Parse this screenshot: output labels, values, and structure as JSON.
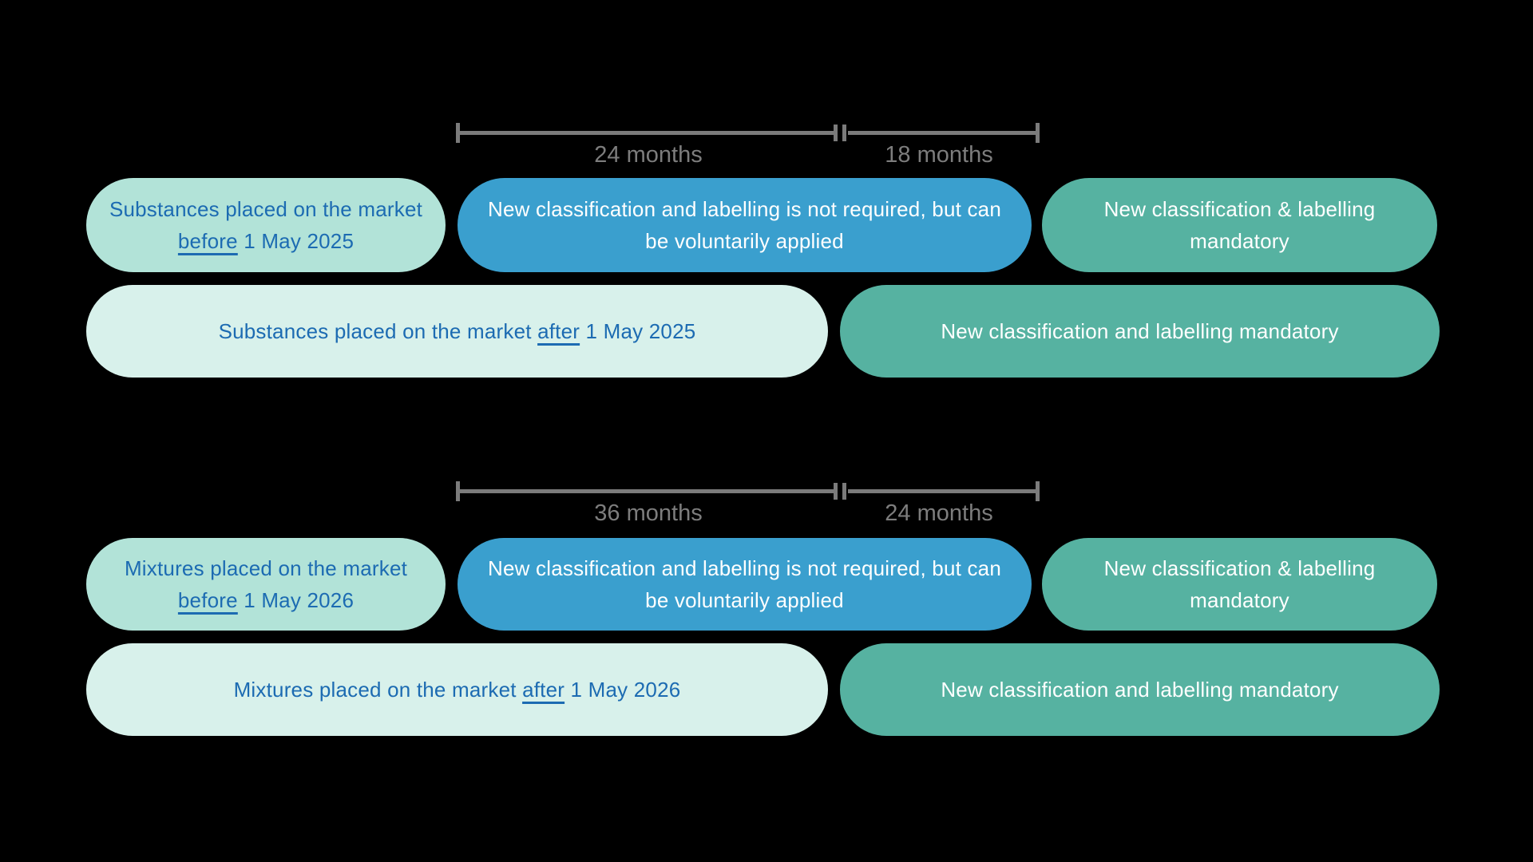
{
  "colors": {
    "background": "#000000",
    "mint_pill": "#b2e3d8",
    "light_mint_pill": "#d8f1eb",
    "blue_pill": "#3a9fce",
    "teal_pill": "#56b2a1",
    "pill_text_blue": "#1c6bb2",
    "pill_text_white": "#ffffff",
    "timeline_gray": "#7b7b7b"
  },
  "substances": {
    "bracket": {
      "segment1": "24 months",
      "segment2": "18 months"
    },
    "before_pill": {
      "line1": "Substances placed on the market",
      "underlined": "before",
      "rest": " 1 May 2025"
    },
    "voluntary_pill": {
      "line1": "New classification and labelling is not required, but can",
      "line2": "be voluntarily applied"
    },
    "mandatory_short_pill": {
      "line1": "New classification & labelling",
      "line2": "mandatory"
    },
    "after_pill": {
      "prefix": "Substances placed on the market ",
      "underlined": "after",
      "rest": " 1 May 2025"
    },
    "mandatory_long_pill": {
      "text": "New classification and labelling mandatory"
    }
  },
  "mixtures": {
    "bracket": {
      "segment1": "36 months",
      "segment2": "24 months"
    },
    "before_pill": {
      "line1": "Mixtures placed on the market",
      "underlined": "before",
      "rest": " 1 May 2026"
    },
    "voluntary_pill": {
      "line1": "New classification and labelling is not required, but can",
      "line2": "be voluntarily applied"
    },
    "mandatory_short_pill": {
      "line1": "New classification & labelling",
      "line2": "mandatory"
    },
    "after_pill": {
      "prefix": "Mixtures placed on the market ",
      "underlined": "after",
      "rest": " 1 May 2026"
    },
    "mandatory_long_pill": {
      "text": "New classification and labelling mandatory"
    }
  }
}
